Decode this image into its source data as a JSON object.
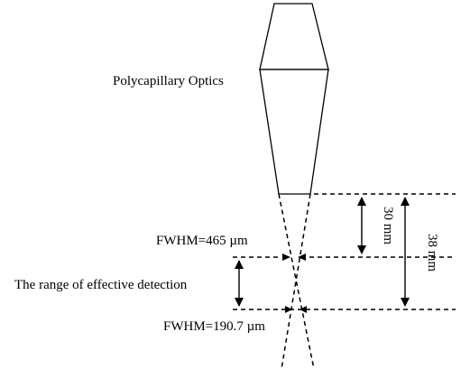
{
  "labels": {
    "optics": "Polycapillary Optics",
    "fwhm_top": "FWHM=465 µm",
    "range": "The range of effective detection",
    "fwhm_focus": "FWHM=190.7 µm",
    "dim_30": "30 mm",
    "dim_38": "38 mm"
  },
  "colors": {
    "stroke": "#000000",
    "background": "#ffffff"
  }
}
